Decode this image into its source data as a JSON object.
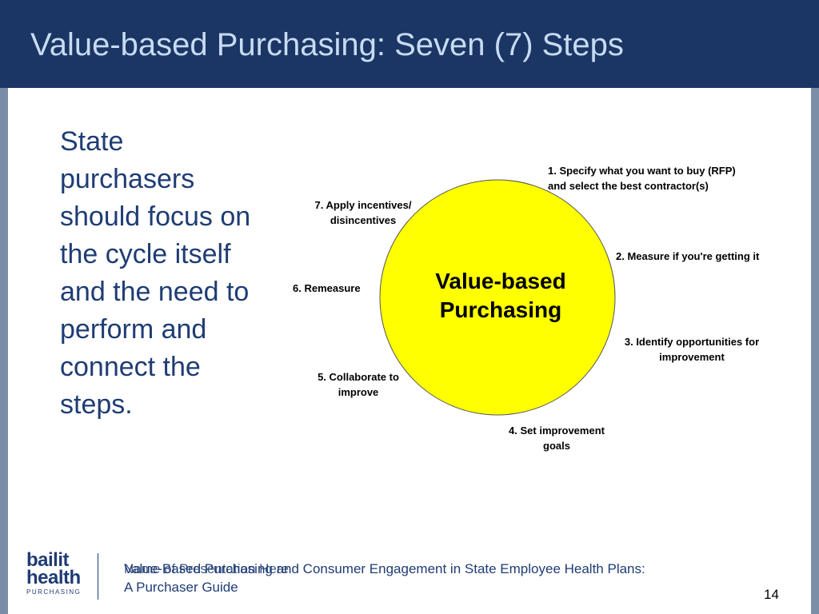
{
  "slide": {
    "title": "Value-based Purchasing: Seven (7) Steps",
    "body_text": "State purchasers should focus on the cycle itself and the need to perform and connect the steps."
  },
  "diagram": {
    "center_line1": "Value-based",
    "center_line2": "Purchasing",
    "circle_color": "#ffff00",
    "steps": [
      {
        "line1": "1. Specify what you want to buy (RFP)",
        "line2": "and select the best contractor(s)"
      },
      {
        "line1": "2. Measure if you're getting it",
        "line2": ""
      },
      {
        "line1": "3. Identify opportunities for",
        "line2": "improvement"
      },
      {
        "line1": "4. Set improvement",
        "line2": "goals"
      },
      {
        "line1": "5. Collaborate to",
        "line2": "improve"
      },
      {
        "line1": "6. Remeasure",
        "line2": ""
      },
      {
        "line1": "7. Apply incentives/",
        "line2": "disincentives"
      }
    ]
  },
  "footer": {
    "logo_line1": "bailit",
    "logo_line2": "health",
    "logo_sub": "PURCHASING",
    "placeholder": "Name of Presentation Here",
    "text_line1": "Value-Based Purchasing and Consumer Engagement in State Employee Health Plans:",
    "text_line2": "A Purchaser Guide",
    "page_number": "14"
  },
  "colors": {
    "header": "#1b3664",
    "title": "#c7dbf2",
    "body": "#1f3c74"
  }
}
